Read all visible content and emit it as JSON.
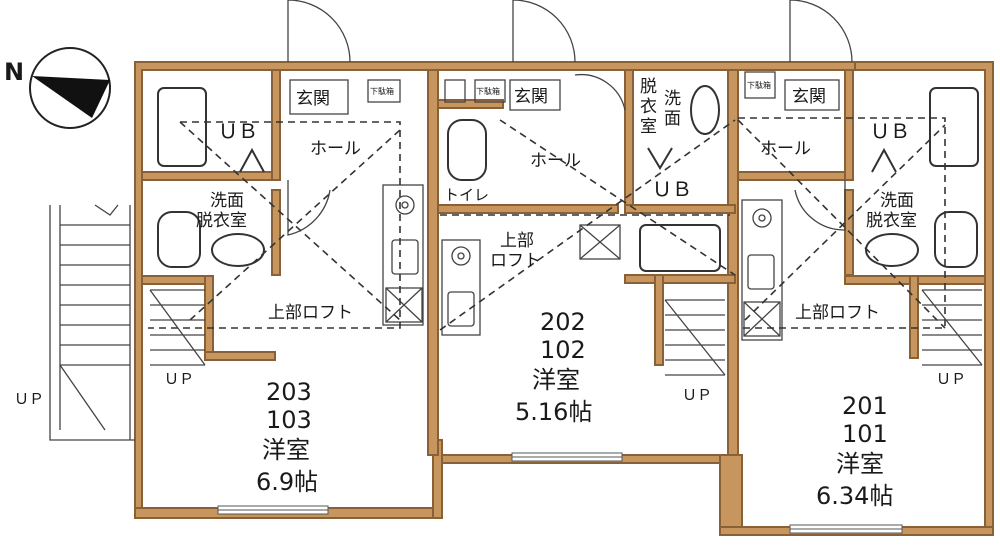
{
  "north_label": "N",
  "units": {
    "left": {
      "upper": "203",
      "lower": "103",
      "room": "洋室",
      "size": "6.9帖"
    },
    "middle": {
      "upper": "202",
      "lower": "102",
      "room": "洋室",
      "size": "5.16帖"
    },
    "right": {
      "upper": "201",
      "lower": "101",
      "room": "洋室",
      "size": "6.34帖"
    }
  },
  "labels": {
    "entrance": "玄関",
    "shoe_box": "下駄箱",
    "hall": "ホール",
    "unit_bath": "ＵＢ",
    "wash_line1": "洗面",
    "wash_line2": "脱衣室",
    "wash_mid_1": "脱",
    "wash_mid_2": "衣",
    "wash_mid_3": "室",
    "wash_mid_top_1": "洗",
    "wash_mid_top_2": "面",
    "toilet": "トイレ",
    "upper_loft": "上部ロフト",
    "upper": "上部",
    "loft": "ロフト",
    "up": "ＵＰ"
  }
}
